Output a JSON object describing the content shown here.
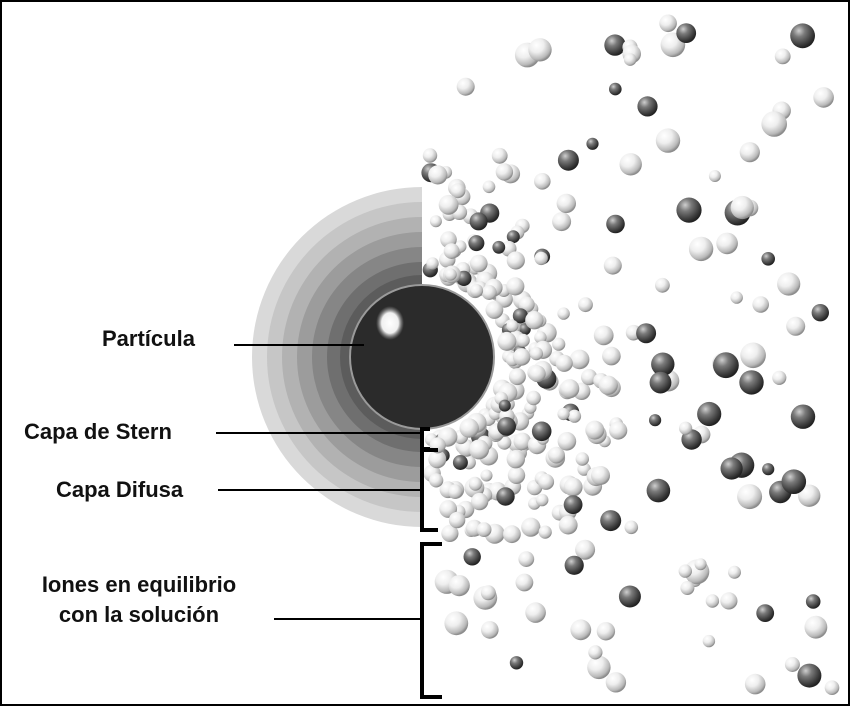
{
  "labels": {
    "particle": "Partícula",
    "stern_layer": "Capa de Stern",
    "diffuse_layer": "Capa Difusa",
    "ions_line1": "Iones en equilibrio",
    "ions_line2": "con la solución"
  },
  "colors": {
    "background": "#ffffff",
    "particle_core": "#2a2a2a",
    "halo_outer": "#d8d8d8",
    "halo_inner": "#555555",
    "ion_light": "#e6e6e6",
    "ion_dark": "#5a5a5a",
    "lines": "#000000"
  }
}
